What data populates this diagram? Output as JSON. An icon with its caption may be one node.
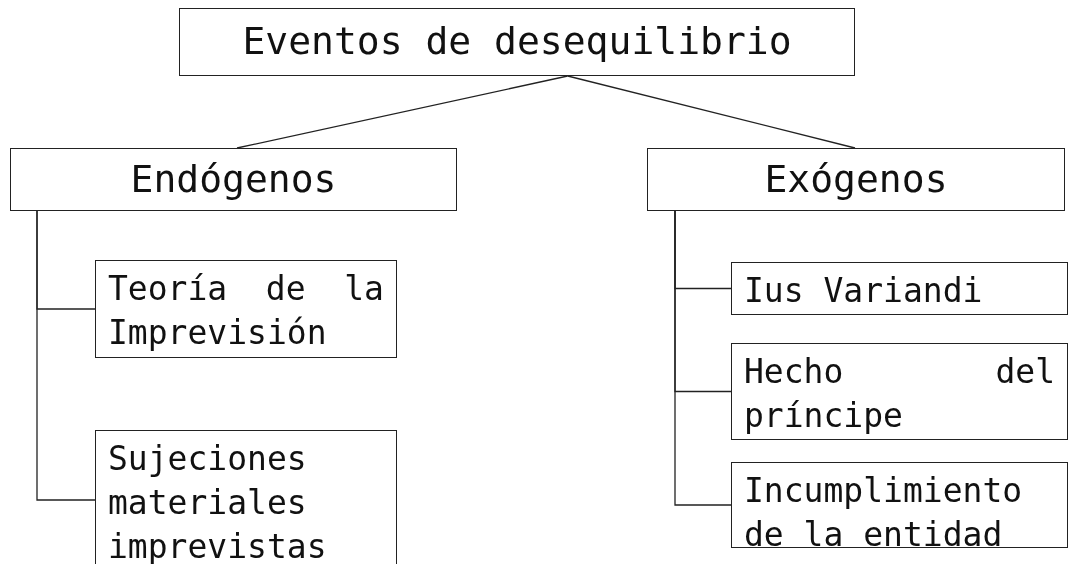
{
  "diagram": {
    "nodes": [
      {
        "text": [
          "Eventos de desequilibrio"
        ]
      },
      {
        "text": [
          "Endógenos"
        ]
      },
      {
        "text": [
          "Exógenos"
        ]
      },
      {
        "text": [
          "Teoría de la Imprevisión"
        ]
      },
      {
        "text": [
          "Sujeciones materiales imprevistas"
        ]
      },
      {
        "text": [
          "Ius Variandi"
        ]
      },
      {
        "text": [
          "Hecho del príncipe"
        ]
      },
      {
        "text": [
          "Incumplimiento de la entidad"
        ]
      }
    ],
    "edges": [
      {
        "from": 0,
        "to": 1,
        "arrow": "none"
      },
      {
        "from": 0,
        "to": 2,
        "arrow": "none"
      },
      {
        "from": 1,
        "to": 3,
        "arrow": "none"
      },
      {
        "from": 1,
        "to": 4,
        "arrow": "none"
      },
      {
        "from": 2,
        "to": 5,
        "arrow": "none"
      },
      {
        "from": 2,
        "to": 6,
        "arrow": "none"
      },
      {
        "from": 2,
        "to": 7,
        "arrow": "none"
      }
    ]
  }
}
